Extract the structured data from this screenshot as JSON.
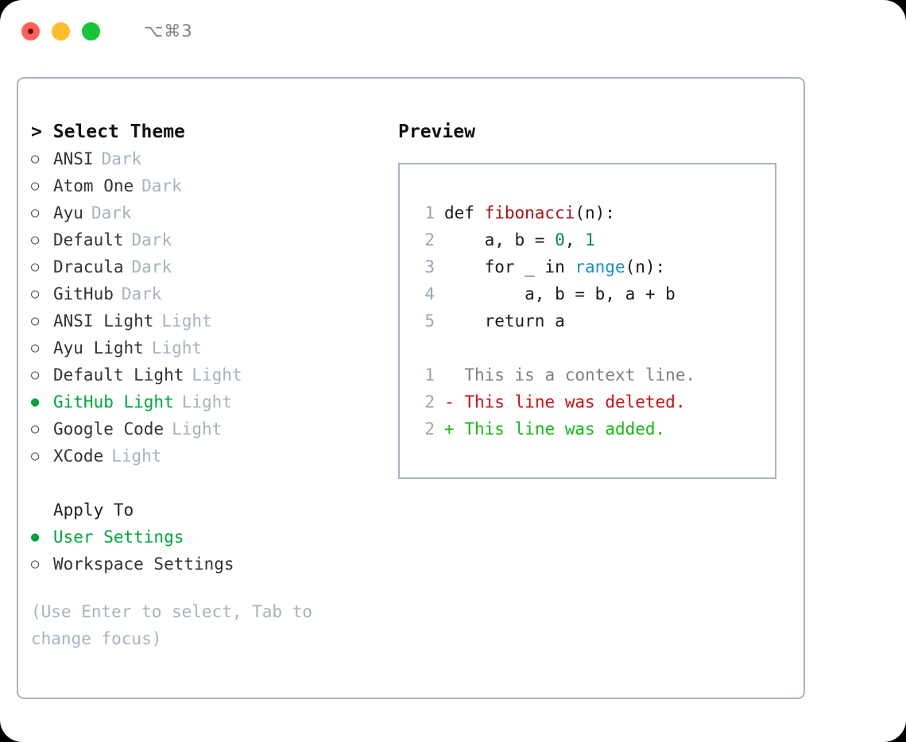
{
  "window": {
    "shortcut": "⌥⌘3",
    "traffic_lights": [
      "close-red",
      "minimize-yellow",
      "maximize-green"
    ],
    "colors": {
      "red": "#ff6058",
      "yellow": "#ffbd2e",
      "green": "#17c637",
      "accent_green": "#00a63c",
      "border": "#aab4c0",
      "muted": "#a8b2c0"
    }
  },
  "theme_panel": {
    "header_prefix": ">",
    "header": "Select Theme",
    "marker_unselected": "○",
    "marker_selected": "●",
    "items": [
      {
        "marker": "○",
        "label": "ANSI",
        "tag": "Dark",
        "selected": false
      },
      {
        "marker": "○",
        "label": "Atom One",
        "tag": "Dark",
        "selected": false
      },
      {
        "marker": "○",
        "label": "Ayu",
        "tag": "Dark",
        "selected": false
      },
      {
        "marker": "○",
        "label": "Default",
        "tag": "Dark",
        "selected": false
      },
      {
        "marker": "○",
        "label": "Dracula",
        "tag": "Dark",
        "selected": false
      },
      {
        "marker": "○",
        "label": "GitHub",
        "tag": "Dark",
        "selected": false
      },
      {
        "marker": "○",
        "label": "ANSI Light",
        "tag": "Light",
        "selected": false
      },
      {
        "marker": "○",
        "label": "Ayu Light",
        "tag": "Light",
        "selected": false
      },
      {
        "marker": "○",
        "label": "Default Light",
        "tag": "Light",
        "selected": false
      },
      {
        "marker": "●",
        "label": "GitHub Light",
        "tag": "Light",
        "selected": true
      },
      {
        "marker": "○",
        "label": "Google Code",
        "tag": "Light",
        "selected": false
      },
      {
        "marker": "○",
        "label": "XCode",
        "tag": "Light",
        "selected": false
      }
    ]
  },
  "apply_to": {
    "header": "Apply To",
    "options": [
      {
        "marker": "●",
        "label": "User Settings",
        "selected": true
      },
      {
        "marker": "○",
        "label": "Workspace Settings",
        "selected": false
      }
    ]
  },
  "hint": "(Use Enter to select, Tab to change focus)",
  "preview": {
    "title": "Preview",
    "code_lines": [
      {
        "no": "1",
        "tokens": [
          {
            "t": "def ",
            "c": "plain"
          },
          {
            "t": "fibonacci",
            "c": "func"
          },
          {
            "t": "(n):",
            "c": "plain"
          }
        ]
      },
      {
        "no": "2",
        "tokens": [
          {
            "t": "    a, b = ",
            "c": "plain"
          },
          {
            "t": "0",
            "c": "num"
          },
          {
            "t": ", ",
            "c": "plain"
          },
          {
            "t": "1",
            "c": "num"
          }
        ]
      },
      {
        "no": "3",
        "tokens": [
          {
            "t": "    for _ in ",
            "c": "plain"
          },
          {
            "t": "range",
            "c": "builtin"
          },
          {
            "t": "(n):",
            "c": "plain"
          }
        ]
      },
      {
        "no": "4",
        "tokens": [
          {
            "t": "        a, b = b, a + b",
            "c": "plain"
          }
        ]
      },
      {
        "no": "5",
        "tokens": [
          {
            "t": "    return a",
            "c": "plain"
          }
        ]
      }
    ],
    "diff_lines": [
      {
        "no": "1",
        "sign": " ",
        "text": "This is a context line.",
        "kind": "ctx"
      },
      {
        "no": "2",
        "sign": "-",
        "text": "This line was deleted.",
        "kind": "del"
      },
      {
        "no": "2",
        "sign": "+",
        "text": "This line was added.",
        "kind": "add"
      }
    ]
  }
}
